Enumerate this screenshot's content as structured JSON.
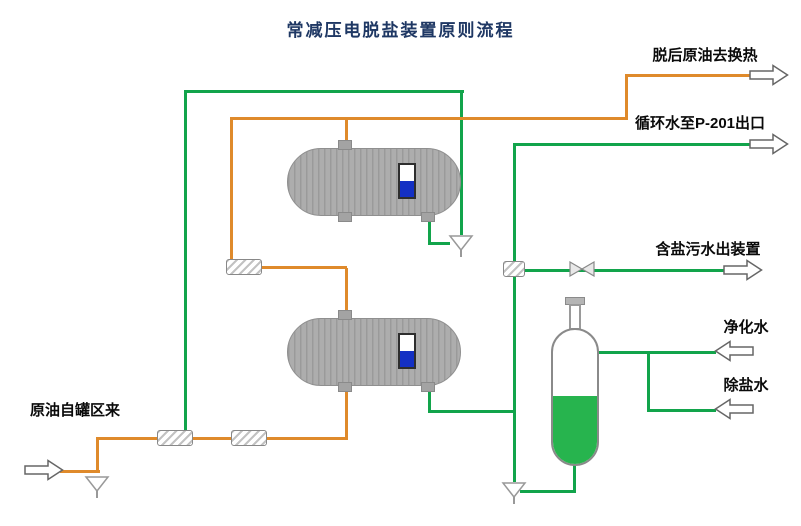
{
  "title": "常减压电脱盐装置原则流程",
  "labels": {
    "crude_out": "脱后原油去换热",
    "circulating_water": "循环水至P-201出口",
    "salty_water": "含盐污水出装置",
    "purified_water": "净化水",
    "demineralized_water": "除盐水",
    "crude_in": "原油自罐区来"
  },
  "colors": {
    "oil-line": "#DF8A2B",
    "water-line": "#12A44B",
    "vessel-fill": "#ADADAD",
    "vessel-stripe": "#9A9A9A",
    "title-color": "#1F3864",
    "gauge-blue": "#1430C4",
    "tank-green": "#27B44E",
    "label-color": "#0A0A0A"
  }
}
